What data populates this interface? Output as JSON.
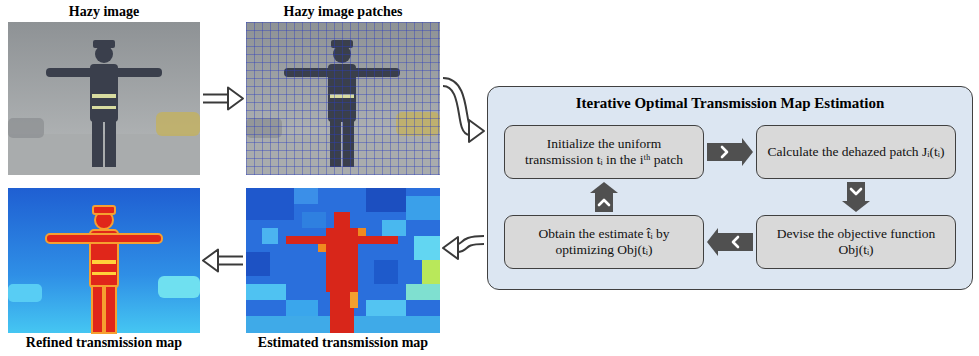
{
  "diagram": {
    "nodes": [
      {
        "text": [
          "Hazy image"
        ]
      },
      {
        "text": [
          "Hazy image patches"
        ]
      },
      {
        "text": [
          "Iterative Optimal Transmission Map Estimation"
        ]
      },
      {
        "text": [
          "Initialize the uniform transmission tᵢ in the iᵗʰ patch"
        ],
        "in": 2
      },
      {
        "text": [
          "Calculate the dehazed patch Jᵢ(tᵢ)"
        ],
        "in": 2
      },
      {
        "text": [
          "Devise the objective function Obj(tᵢ)"
        ],
        "in": 2
      },
      {
        "text": [
          "Obtain the estimate t̂ᵢ by optimizing Obj(tᵢ)"
        ],
        "in": 2
      },
      {
        "text": [
          "Refined transmission map"
        ]
      },
      {
        "text": [
          "Estimated transmission map"
        ]
      }
    ],
    "edges": [
      {
        "from": 0,
        "to": 1,
        "arrow": "to"
      },
      {
        "from": 1,
        "to": 2,
        "arrow": "to"
      },
      {
        "from": 3,
        "to": 4,
        "arrow": "to"
      },
      {
        "from": 4,
        "to": 5,
        "arrow": "to"
      },
      {
        "from": 5,
        "to": 6,
        "arrow": "to"
      },
      {
        "from": 6,
        "to": 3,
        "arrow": "to"
      },
      {
        "from": 2,
        "to": 8,
        "arrow": "to"
      },
      {
        "from": 8,
        "to": 7,
        "arrow": "to"
      }
    ]
  }
}
